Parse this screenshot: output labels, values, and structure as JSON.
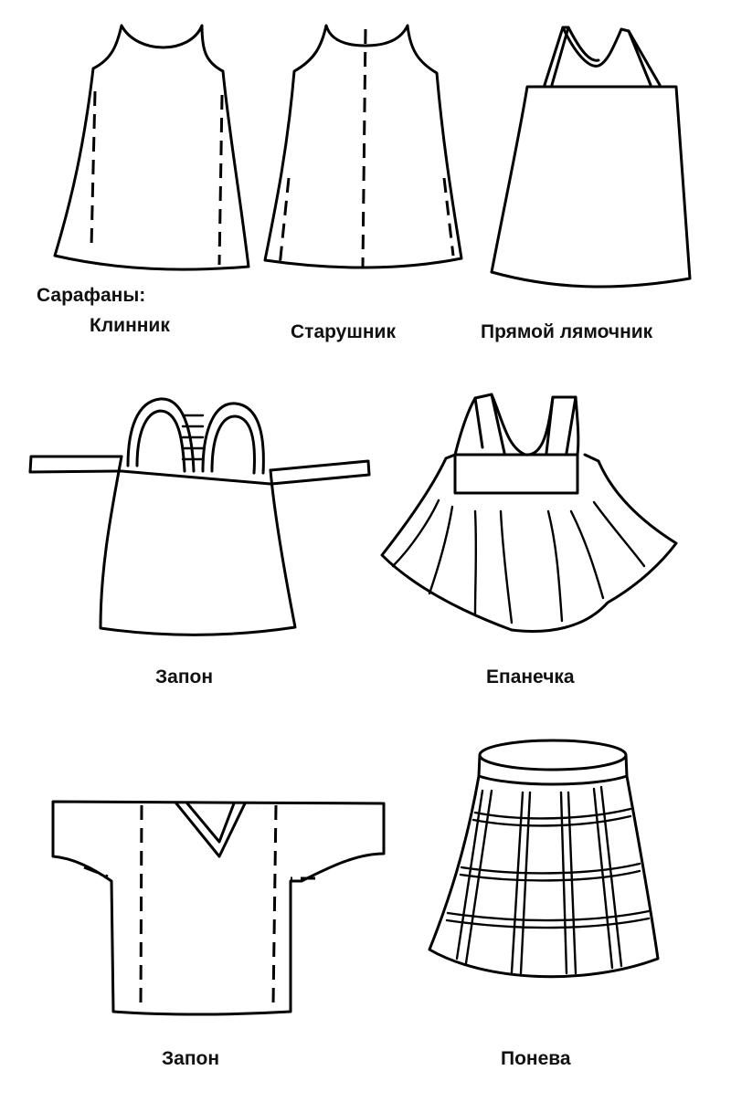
{
  "heading": "Сарафаны:",
  "labels": {
    "klinnik": "Клинник",
    "starushnik": "Старушник",
    "pryamoy": "Прямой лямочник",
    "zapon_1": "Запон",
    "epanechka": "Епанечка",
    "zapon_2": "Запон",
    "poneva": "Понева"
  }
}
